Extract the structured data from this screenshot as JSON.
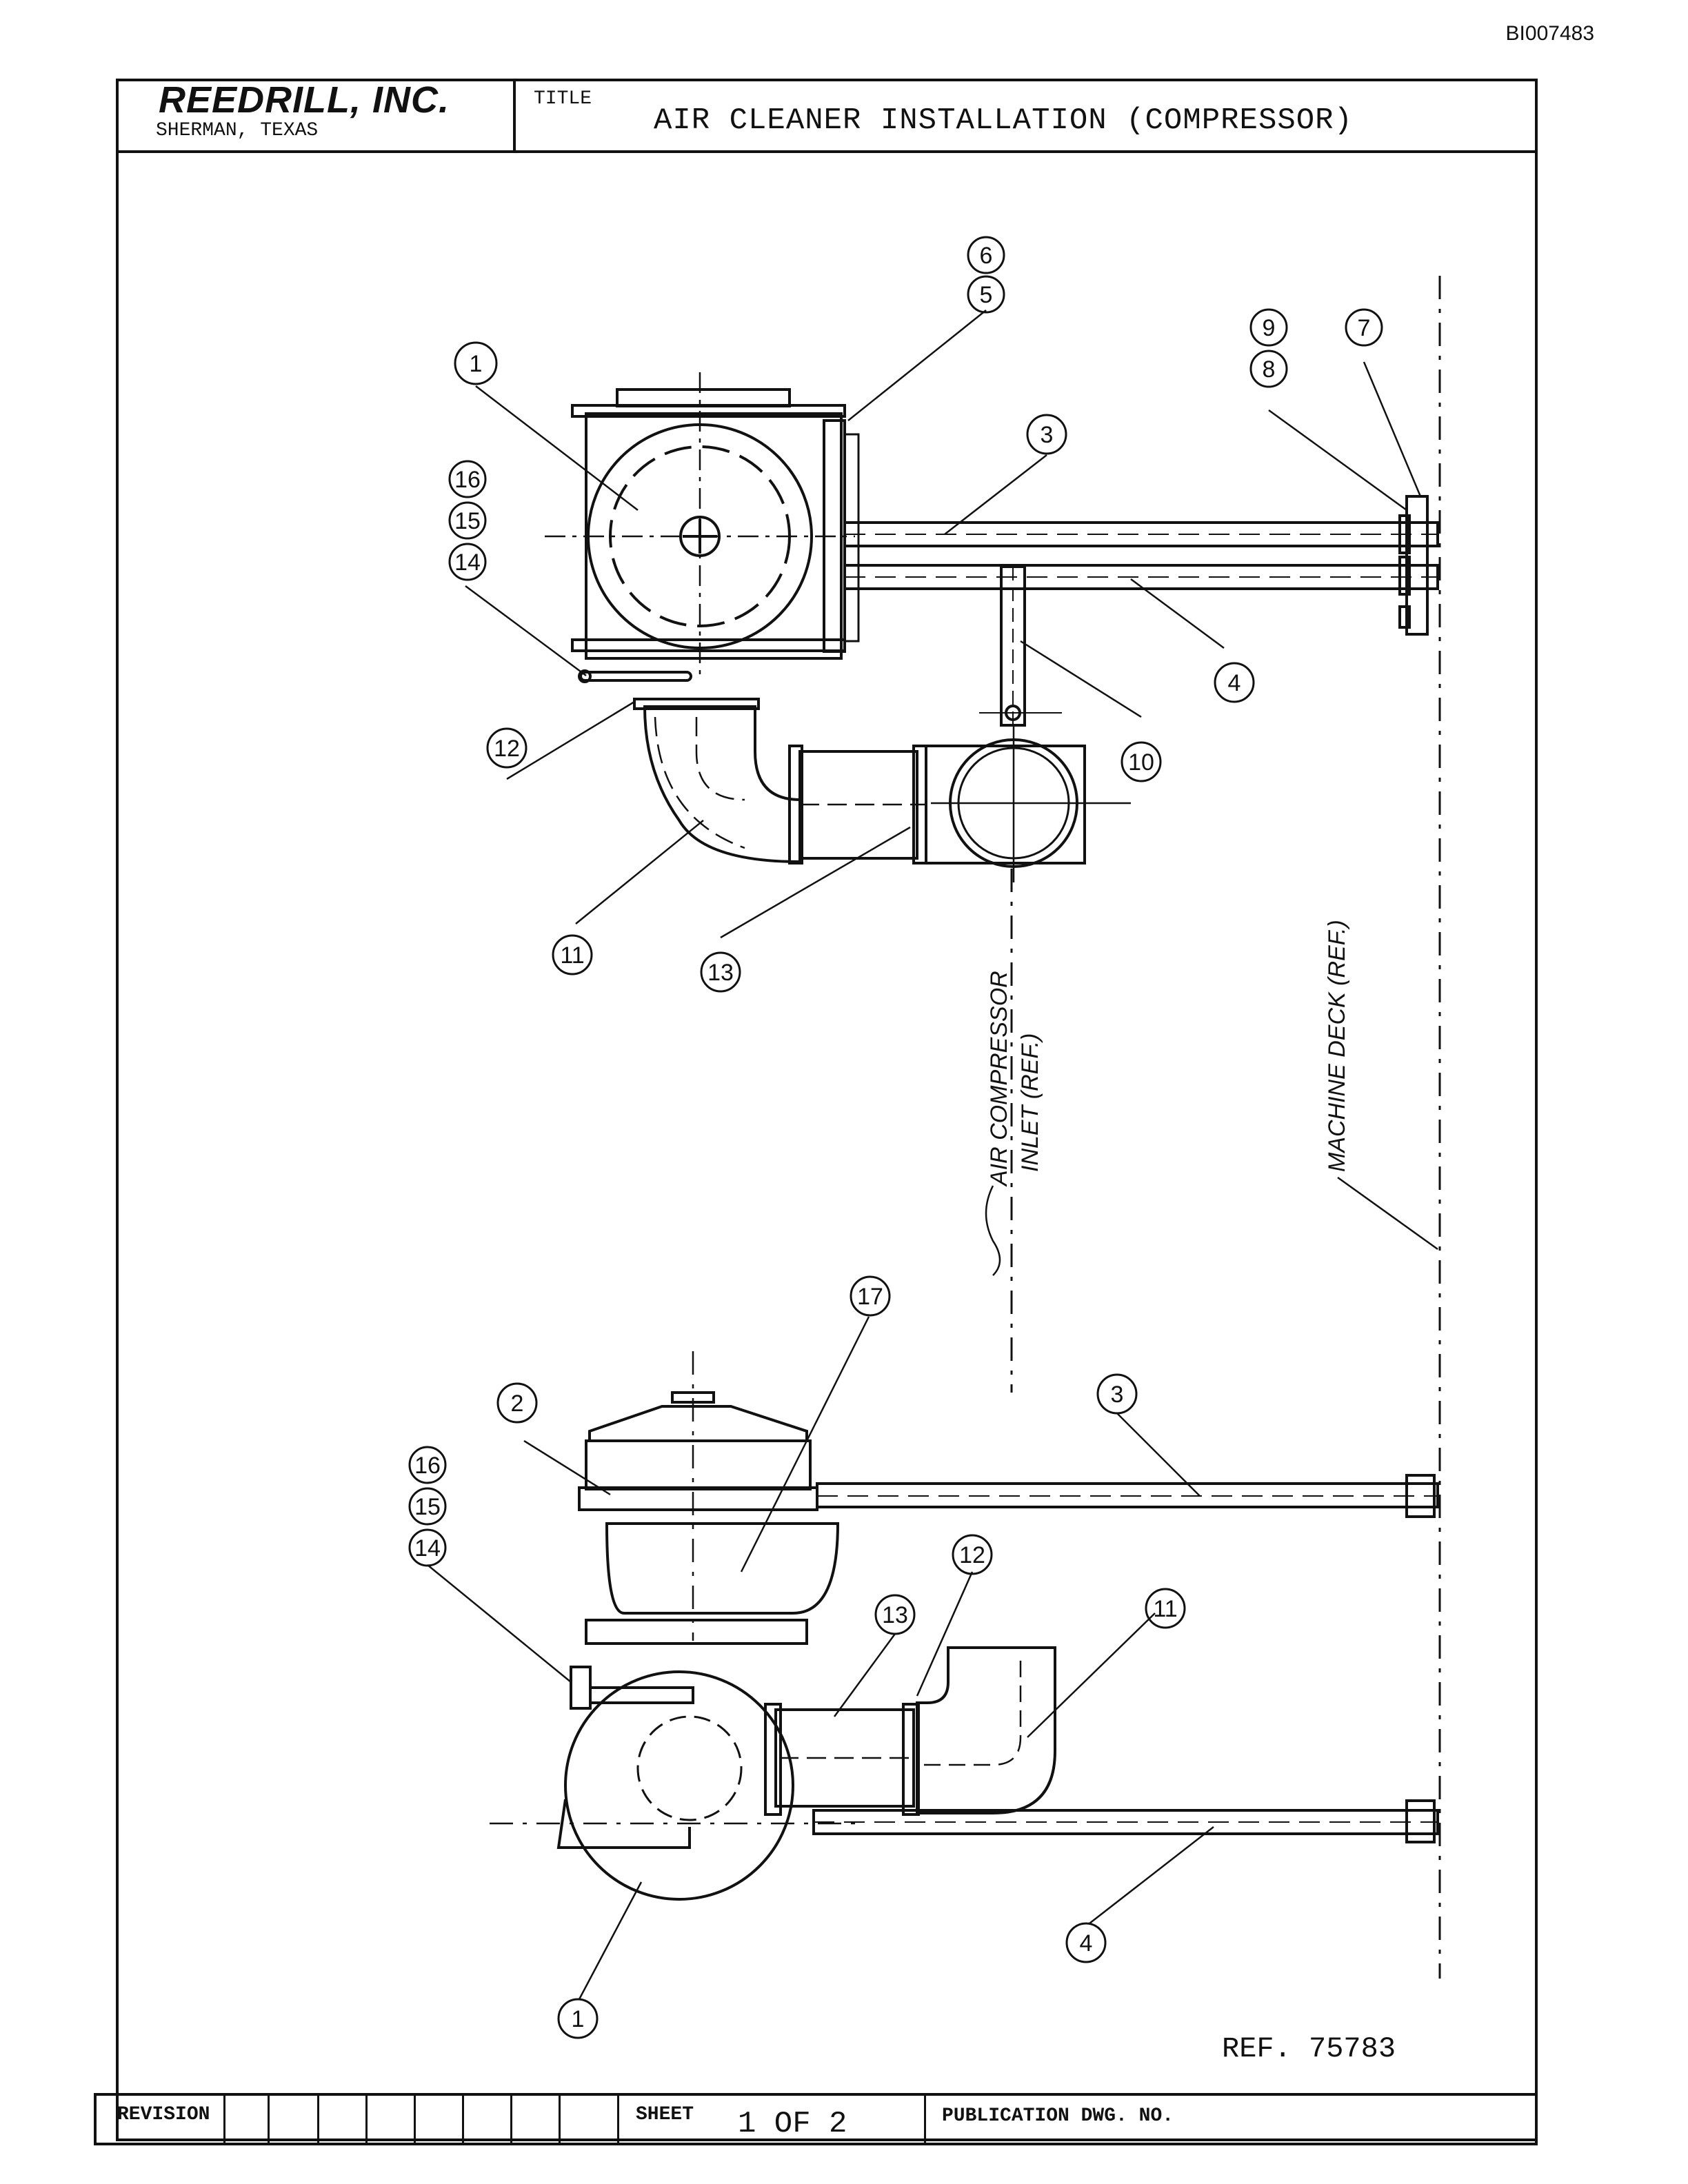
{
  "doc_id": "BI007483",
  "title_block": {
    "company": "REEDRILL, INC.",
    "location": "SHERMAN, TEXAS",
    "title_label": "TITLE",
    "title": "AIR CLEANER INSTALLATION (COMPRESSOR)"
  },
  "bottom_block": {
    "revision_label": "REVISION",
    "sheet_label": "SHEET",
    "sheet_value": "1 OF 2",
    "publication_label": "PUBLICATION DWG. NO."
  },
  "reference": "REF. 75783",
  "notes": {
    "inlet": "AIR COMPRESSOR",
    "inlet_2": "INLET (REF.)",
    "deck": "MACHINE DECK (REF.)"
  },
  "callouts_top": [
    {
      "id": "c1t",
      "label": "1"
    },
    {
      "id": "c56",
      "label": "5"
    },
    {
      "id": "c6",
      "label": "6"
    },
    {
      "id": "c3t",
      "label": "3"
    },
    {
      "id": "c8",
      "label": "8"
    },
    {
      "id": "c9",
      "label": "9"
    },
    {
      "id": "c7",
      "label": "7"
    },
    {
      "id": "c4t",
      "label": "4"
    },
    {
      "id": "c10",
      "label": "10"
    },
    {
      "id": "c12t",
      "label": "12"
    },
    {
      "id": "c11t",
      "label": "11"
    },
    {
      "id": "c13t",
      "label": "13"
    },
    {
      "id": "c14t",
      "label": "14"
    },
    {
      "id": "c15t",
      "label": "15"
    },
    {
      "id": "c16t",
      "label": "16"
    }
  ],
  "callouts_bottom": [
    {
      "id": "c2",
      "label": "2"
    },
    {
      "id": "c17",
      "label": "17"
    },
    {
      "id": "c3b",
      "label": "3"
    },
    {
      "id": "c14b",
      "label": "14"
    },
    {
      "id": "c15b",
      "label": "15"
    },
    {
      "id": "c16b",
      "label": "16"
    },
    {
      "id": "c13b",
      "label": "13"
    },
    {
      "id": "c12b",
      "label": "12"
    },
    {
      "id": "c11b",
      "label": "11"
    },
    {
      "id": "c4b",
      "label": "4"
    },
    {
      "id": "c1b",
      "label": "1"
    }
  ]
}
